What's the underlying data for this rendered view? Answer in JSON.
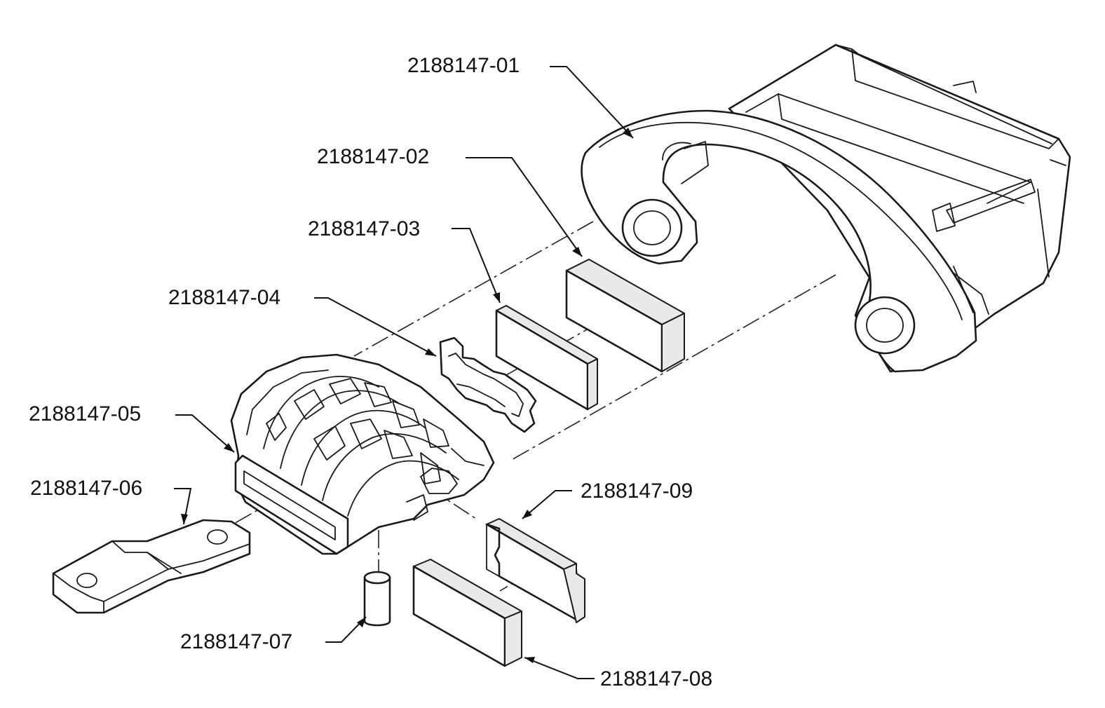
{
  "callouts": [
    {
      "id": "01",
      "text": "2188147-01"
    },
    {
      "id": "02",
      "text": "2188147-02"
    },
    {
      "id": "03",
      "text": "2188147-03"
    },
    {
      "id": "04",
      "text": "2188147-04"
    },
    {
      "id": "05",
      "text": "2188147-05"
    },
    {
      "id": "06",
      "text": "2188147-06"
    },
    {
      "id": "07",
      "text": "2188147-07"
    },
    {
      "id": "08",
      "text": "2188147-08"
    },
    {
      "id": "09",
      "text": "2188147-09"
    }
  ]
}
